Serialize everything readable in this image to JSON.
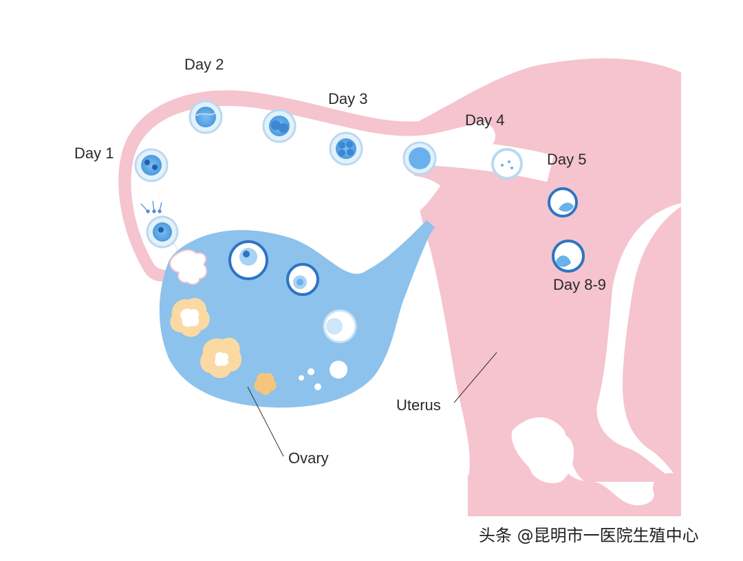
{
  "labels": {
    "day1": "Day 1",
    "day2": "Day 2",
    "day3": "Day 3",
    "day4": "Day 4",
    "day5": "Day 5",
    "day89": "Day 8-9",
    "ovary": "Ovary",
    "uterus": "Uterus"
  },
  "watermark": "头条 @昆明市一医院生殖中心",
  "colors": {
    "tube": "#f5c4ce",
    "ovary": "#8cc2ec",
    "follicle_ring": "#2d74c4",
    "cell_blue": "#6ab0ec",
    "corpus": "#fbd9a3",
    "line": "#333333"
  }
}
